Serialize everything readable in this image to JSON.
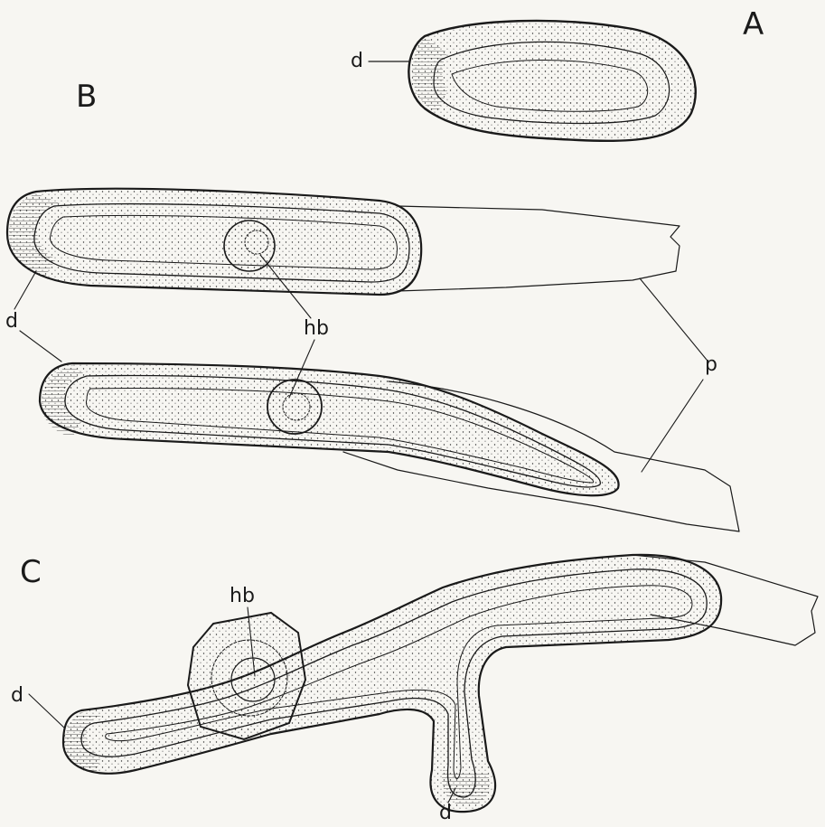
{
  "panels": {
    "A": "A",
    "B": "B",
    "C": "C"
  },
  "labels": {
    "d": "d",
    "hb": "hb",
    "p": "p"
  },
  "colors": {
    "ink": "#1a1a1a",
    "paper": "#f7f6f2"
  }
}
